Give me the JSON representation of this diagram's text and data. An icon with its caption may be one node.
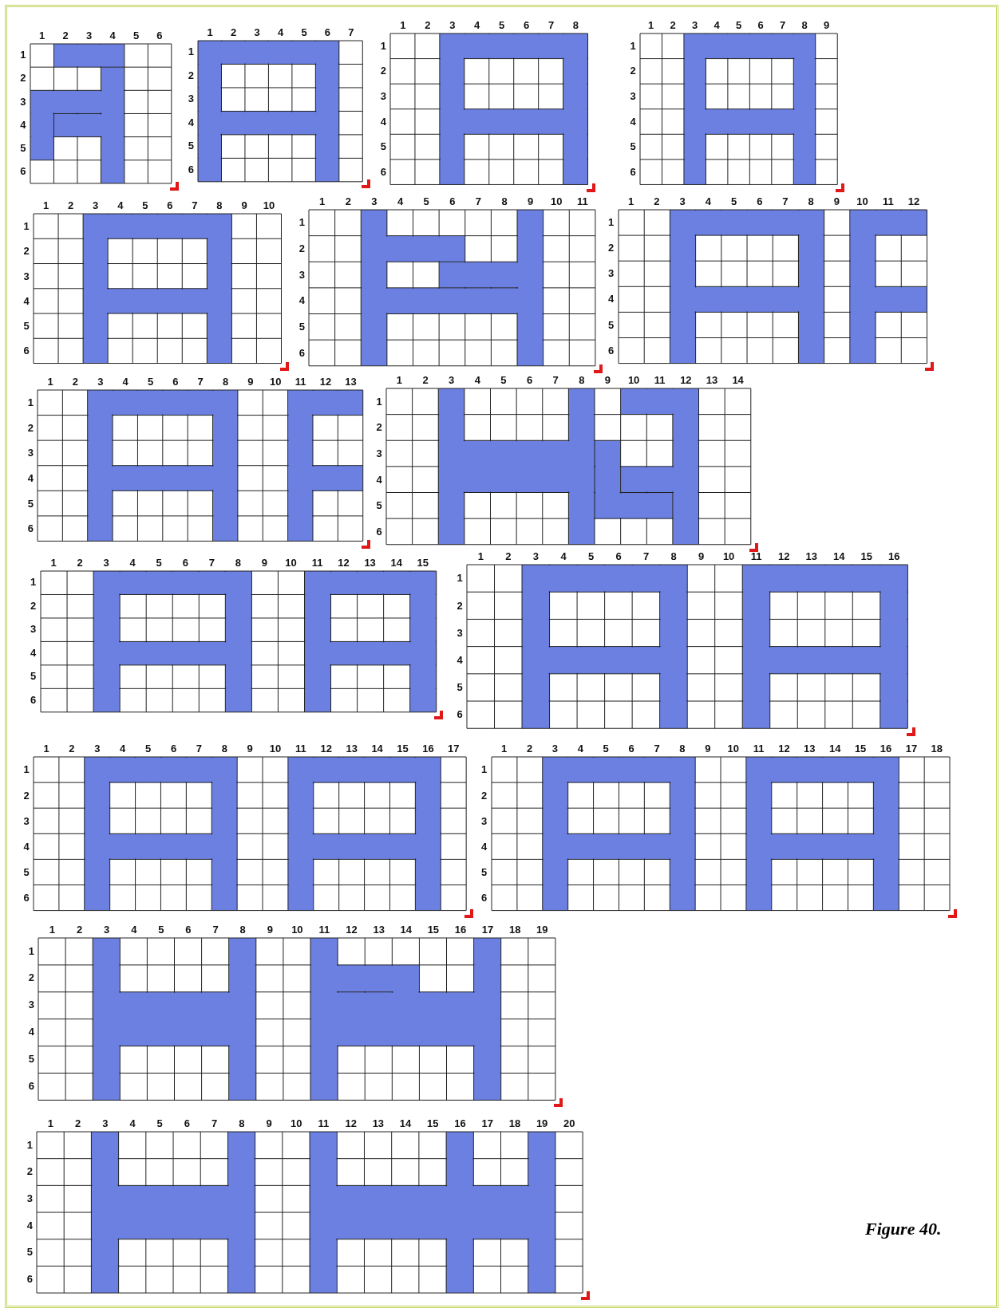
{
  "diagram": {
    "caption": "Figure 40.",
    "labels": [
      "1",
      "2",
      "3",
      "4",
      "5",
      "6",
      "1",
      "2",
      "3",
      "4",
      "5",
      "6",
      "1",
      "2",
      "3",
      "4",
      "5",
      "6",
      "7",
      "1",
      "2",
      "3",
      "4",
      "5",
      "6",
      "1",
      "2",
      "3",
      "4",
      "5",
      "6",
      "7",
      "8",
      "1",
      "2",
      "3",
      "4",
      "5",
      "6",
      "1",
      "2",
      "3",
      "4",
      "5",
      "6",
      "7",
      "8",
      "9",
      "1",
      "2",
      "3",
      "4",
      "5",
      "6",
      "1",
      "2",
      "3",
      "4",
      "5",
      "6",
      "7",
      "8",
      "9",
      "10",
      "1",
      "2",
      "3",
      "4",
      "5",
      "6",
      "1",
      "2",
      "3",
      "4",
      "5",
      "6",
      "7",
      "8",
      "9",
      "10",
      "11",
      "1",
      "2",
      "3",
      "4",
      "5",
      "6",
      "1",
      "2",
      "3",
      "4",
      "5",
      "6",
      "7",
      "8",
      "9",
      "10",
      "11",
      "12",
      "1",
      "2",
      "3",
      "4",
      "5",
      "6",
      "1",
      "2",
      "3",
      "4",
      "5",
      "6",
      "7",
      "8",
      "9",
      "10",
      "11",
      "12",
      "13",
      "1",
      "2",
      "3",
      "4",
      "5",
      "6",
      "1",
      "2",
      "3",
      "4",
      "5",
      "6",
      "7",
      "8",
      "9",
      "10",
      "11",
      "12",
      "13",
      "14",
      "1",
      "2",
      "3",
      "4",
      "5",
      "6",
      "1",
      "2",
      "3",
      "4",
      "5",
      "6",
      "7",
      "8",
      "9",
      "10",
      "11",
      "12",
      "13",
      "14",
      "15",
      "1",
      "2",
      "3",
      "4",
      "5",
      "6",
      "1",
      "2",
      "3",
      "4",
      "5",
      "6",
      "7",
      "8",
      "9",
      "10",
      "11",
      "12",
      "13",
      "14",
      "15",
      "16",
      "1",
      "2",
      "3",
      "4",
      "5",
      "6",
      "1",
      "2",
      "3",
      "4",
      "5",
      "6",
      "7",
      "8",
      "9",
      "10",
      "11",
      "12",
      "13",
      "14",
      "15",
      "16",
      "17",
      "1",
      "2",
      "3",
      "4",
      "5",
      "6",
      "1",
      "2",
      "3",
      "4",
      "5",
      "6",
      "7",
      "8",
      "9",
      "10",
      "11",
      "12",
      "13",
      "14",
      "15",
      "16",
      "17",
      "18",
      "1",
      "2",
      "3",
      "4",
      "5",
      "6",
      "1",
      "2",
      "3",
      "4",
      "5",
      "6",
      "7",
      "8",
      "9",
      "10",
      "11",
      "12",
      "13",
      "14",
      "15",
      "16",
      "17",
      "18",
      "19",
      "1",
      "2",
      "3",
      "4",
      "5",
      "6",
      "1",
      "2",
      "3",
      "4",
      "5",
      "6",
      "7",
      "8",
      "9",
      "10",
      "11",
      "12",
      "13",
      "14",
      "15",
      "16",
      "17",
      "18",
      "19",
      "20",
      "1",
      "2",
      "3",
      "4",
      "5",
      "6"
    ]
  }
}
